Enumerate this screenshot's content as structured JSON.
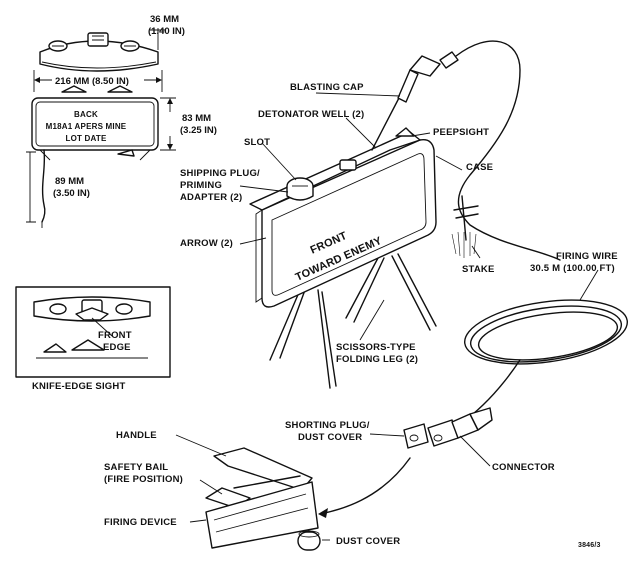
{
  "dimensions": {
    "top_depth": "36 MM",
    "top_depth_in": "(1.40 IN)",
    "width": "216 MM (8.50 IN)",
    "height": "83 MM",
    "height_in": "(3.25 IN)",
    "leg": "89 MM",
    "leg_in": "(3.50 IN)"
  },
  "back_panel": {
    "line1": "BACK",
    "line2": "M18A1 APERS MINE",
    "line3": "LOT     DATE"
  },
  "front_panel": {
    "line1": "FRONT",
    "line2": "TOWARD ENEMY"
  },
  "inset": {
    "callout_line1": "FRONT",
    "callout_line2": "EDGE",
    "title": "KNIFE-EDGE SIGHT"
  },
  "labels": {
    "blasting_cap": "BLASTING CAP",
    "detonator_well": "DETONATOR WELL (2)",
    "slot": "SLOT",
    "peepsight": "PEEPSIGHT",
    "shipping_plug_1": "SHIPPING PLUG/",
    "shipping_plug_2": "PRIMING",
    "shipping_plug_3": "ADAPTER (2)",
    "case": "CASE",
    "arrow": "ARROW (2)",
    "stake": "STAKE",
    "firing_wire_1": "FIRING WIRE",
    "firing_wire_2": "30.5 M (100.00 FT)",
    "scissors_leg_1": "SCISSORS-TYPE",
    "scissors_leg_2": "FOLDING LEG (2)",
    "shorting_plug_1": "SHORTING PLUG/",
    "shorting_plug_2": "DUST COVER",
    "connector": "CONNECTOR",
    "handle": "HANDLE",
    "safety_bail_1": "SAFETY BAIL",
    "safety_bail_2": "(FIRE POSITION)",
    "firing_device": "FIRING DEVICE",
    "dust_cover": "DUST COVER"
  },
  "figure_number": "3846/3"
}
